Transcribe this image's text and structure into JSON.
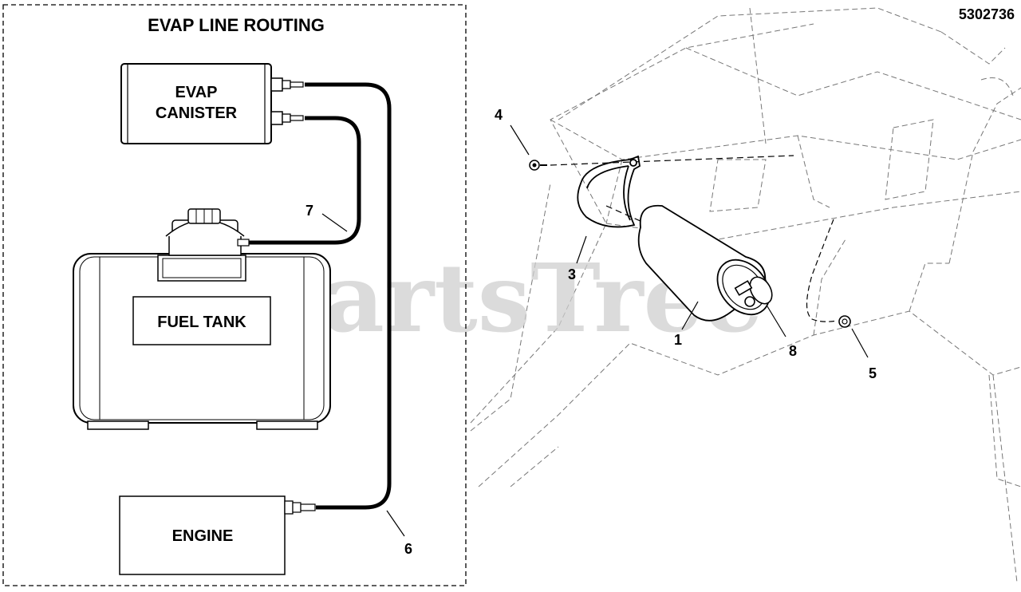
{
  "diagram_number": "5302736",
  "routing_title": "EVAP LINE ROUTING",
  "components": {
    "canister_line1": "EVAP",
    "canister_line2": "CANISTER",
    "fuel_tank": "FUEL TANK",
    "engine": "ENGINE"
  },
  "callouts": {
    "c1": "1",
    "c3": "3",
    "c4": "4",
    "c5": "5",
    "c6": "6",
    "c7": "7",
    "c8": "8"
  },
  "watermark": "PartsTree"
}
